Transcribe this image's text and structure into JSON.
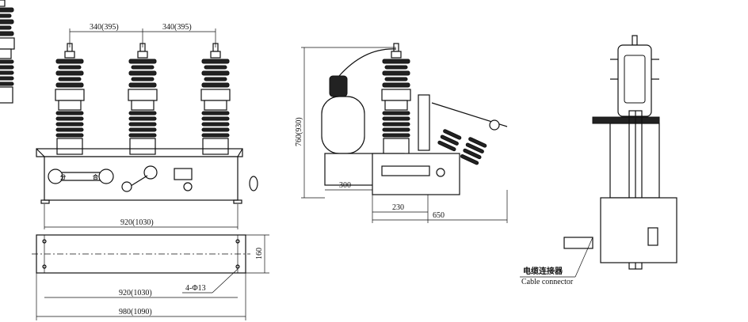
{
  "front_view": {
    "dim_spacing_left": "340(395)",
    "dim_spacing_right": "340(395)",
    "dim_width": "920(1030)",
    "label_open": "分",
    "label_close": "合"
  },
  "plan_view": {
    "dim_depth": "160",
    "dim_holes": "4-Φ13",
    "dim_hole_spacing": "920(1030)",
    "dim_total_width": "980(1090)"
  },
  "side_view": {
    "dim_height": "760(930)",
    "dim_300": "300",
    "dim_230": "230",
    "dim_650": "650"
  },
  "section_view": {
    "label_cn": "电缆连接器",
    "label_en": "Cable connector"
  }
}
